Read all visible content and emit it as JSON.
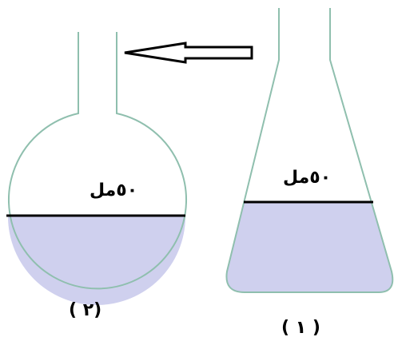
{
  "colors": {
    "outline": "#8fbfae",
    "liquid": "#cfd0ee",
    "level_line": "#000000",
    "arrow": "#000000"
  },
  "flask_round": {
    "volume_label": "٥٠مل",
    "figure_label": "( ٢)"
  },
  "flask_conical": {
    "volume_label": "٥٠مل",
    "figure_label": "( ١ )"
  },
  "arrow": {
    "icon": "arrow-left-outline-icon"
  }
}
